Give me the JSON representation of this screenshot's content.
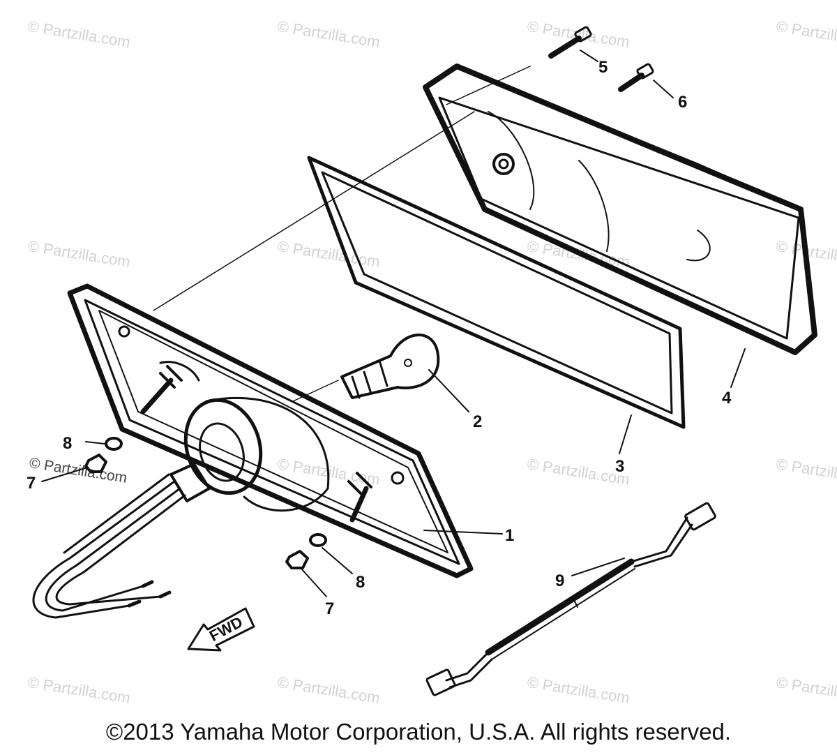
{
  "watermark_text": "© Partzilla.com",
  "copyright": "©2013 Yamaha Motor Corporation, U.S.A. All rights reserved.",
  "fwd_label": "FWD",
  "callouts": {
    "c1": "1",
    "c2": "2",
    "c3": "3",
    "c4": "4",
    "c5": "5",
    "c6": "6",
    "c7a": "7",
    "c7b": "7",
    "c8a": "8",
    "c8b": "8",
    "c9": "9"
  },
  "parts": [
    "lens",
    "bulb",
    "gasket",
    "housing",
    "screw",
    "screw",
    "nut",
    "washer",
    "wire-harness"
  ]
}
